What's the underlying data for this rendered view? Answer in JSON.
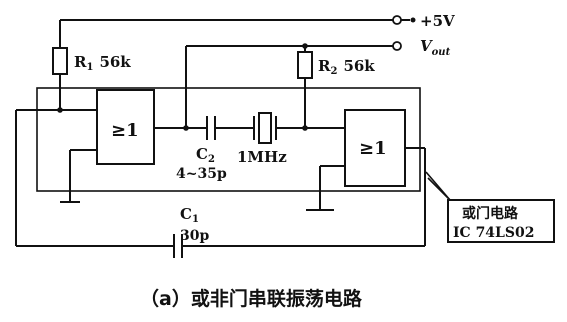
{
  "terminals": {
    "supply": "+5V",
    "output_main": "V",
    "output_sub": "out"
  },
  "components": {
    "r1_name": "R",
    "r1_sub": "1",
    "r1_value": "56k",
    "r2_name": "R",
    "r2_sub": "2",
    "r2_value": "56k",
    "gate1_symbol": "≥1",
    "gate2_symbol": "≥1",
    "c2_name": "C",
    "c2_sub": "2",
    "c2_value": "4~35p",
    "crystal_value": "1MHz",
    "c1_name": "C",
    "c1_sub": "1",
    "c1_value": "30p"
  },
  "callout": {
    "line1": "或门电路",
    "line2": "IC 74LS02"
  },
  "caption": "（a）或非门串联振荡电路"
}
